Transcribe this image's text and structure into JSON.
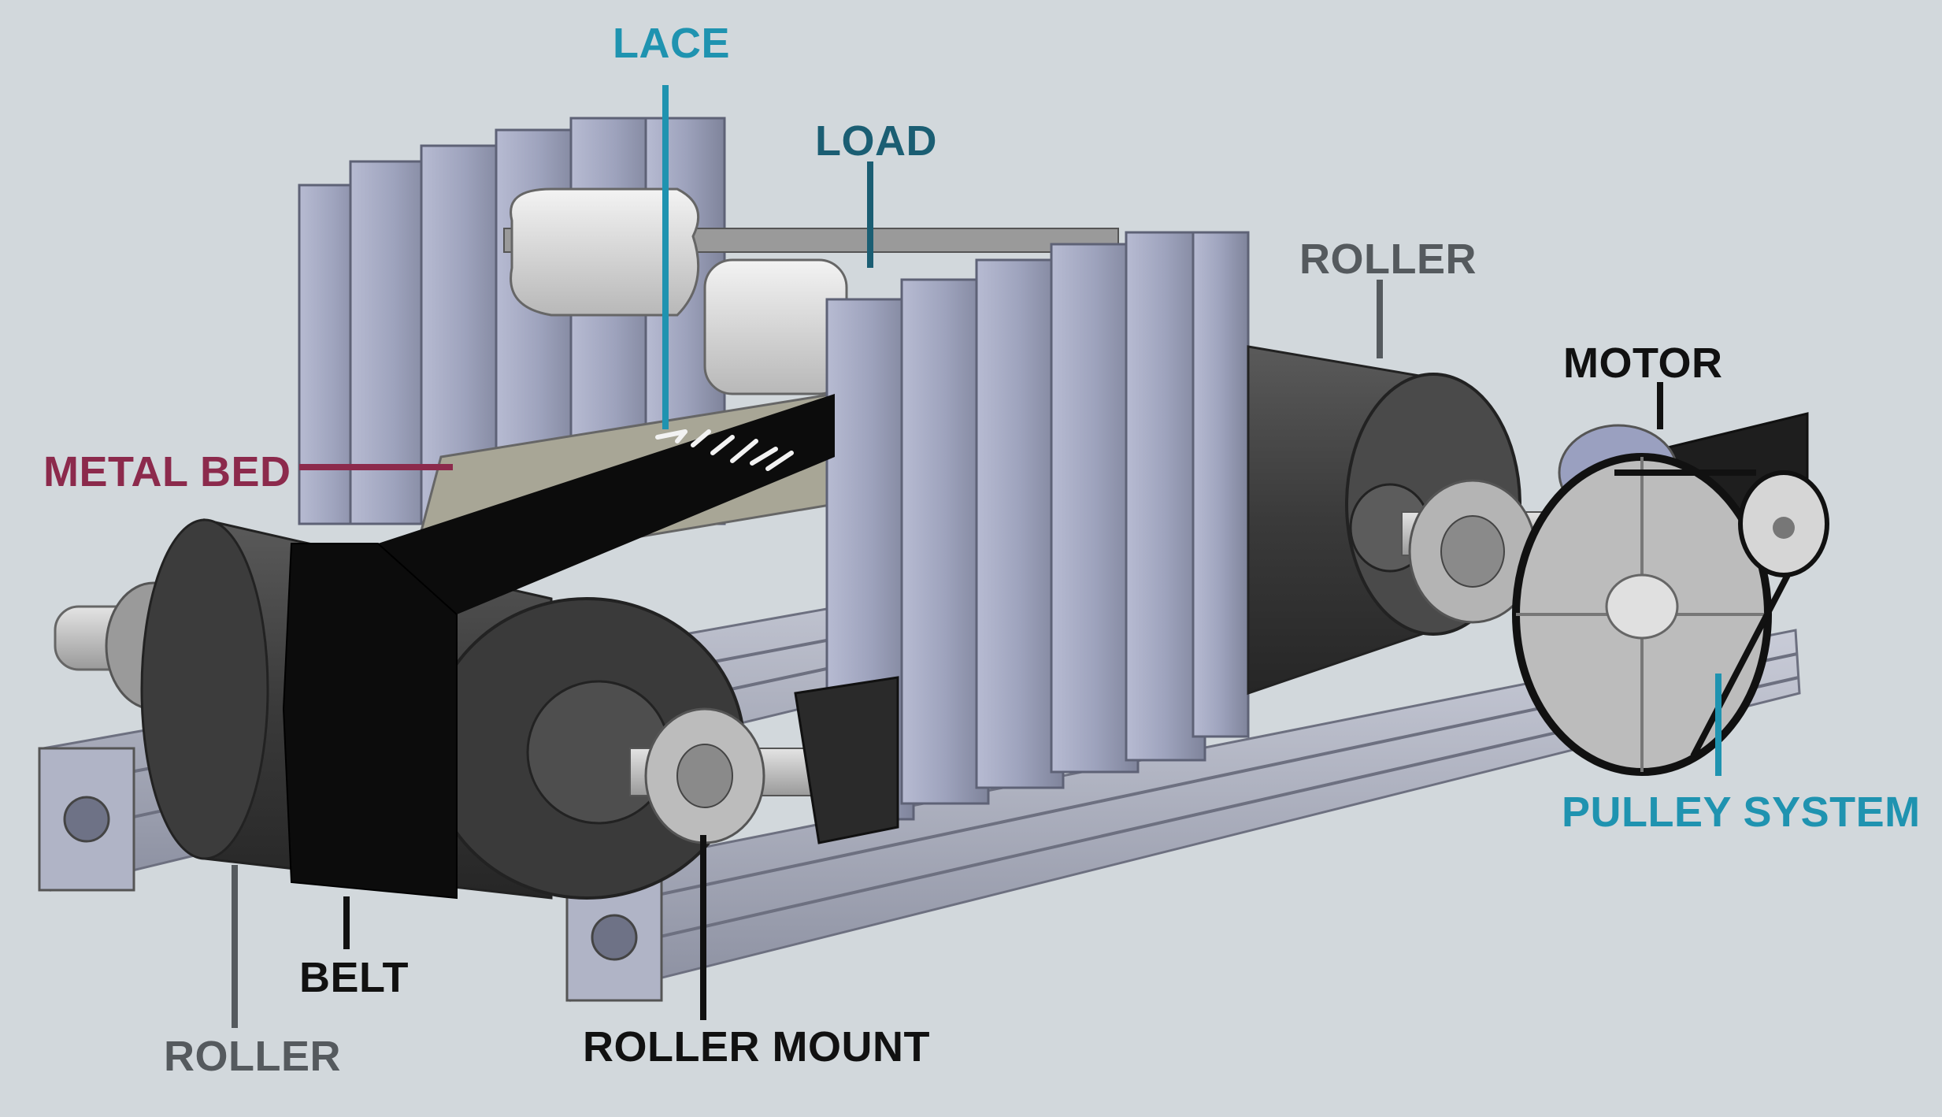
{
  "labels": {
    "lace": "LACE",
    "load": "LOAD",
    "roller_right": "ROLLER",
    "motor": "MOTOR",
    "metal_bed": "METAL BED",
    "pulley_system": "PULLEY SYSTEM",
    "belt": "BELT",
    "roller_left": "ROLLER",
    "roller_mount": "ROLLER MOUNT"
  },
  "colors": {
    "background": "#d2d8dc",
    "lace": "#1f93b0",
    "load": "#1b5e73",
    "roller": "#555a5e",
    "motor": "#111111",
    "metal_bed": "#8c2a4c",
    "pulley_system": "#1f93b0",
    "belt": "#111111",
    "roller_mount": "#111111"
  }
}
